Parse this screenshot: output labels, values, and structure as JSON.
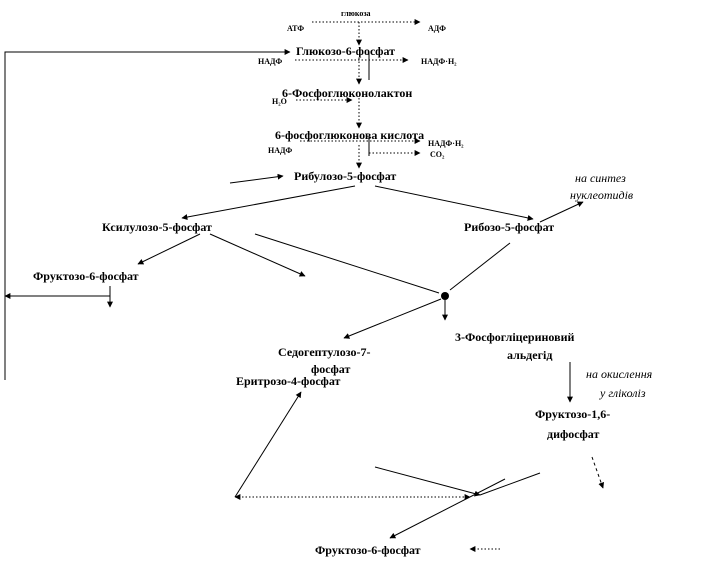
{
  "nodes": {
    "glucose": "глюкоза",
    "atp": "АТФ",
    "adp": "АДФ",
    "g6p": "Глюкозо-6-фосфат",
    "nadp_1": "НАДФ",
    "nadph_1": "НАДФ·Н₂",
    "lactone": "6-Фосфоглюконолактон",
    "h2o": "Н₂О",
    "gluconate": "6-фосфоглюконова кислота",
    "nadp_2": "НАДФ",
    "nadph_2": "НАДФ·Н₂",
    "co2": "СО₂",
    "ribulose": "Рибулозо-5-фосфат",
    "nucleotides_1": "на синтез",
    "nucleotides_2": "нуклеотидів",
    "xylulose": "Ксилулозо-5-фосфат",
    "ribose": "Рибозо-5-фосфат",
    "f6p_left": "Фруктозо-6-фосфат",
    "sedo_1": "Седогептулозо-7-",
    "sedo_2": "фосфат",
    "erythrose": "Еритрозо-4-фосфат",
    "gap_1": "3-Фосфогліцериновий",
    "gap_2": "альдегід",
    "oxid_1": "на окислення",
    "oxid_2": "у гліколіз",
    "fbp_1": "Фруктозо-1,6-",
    "fbp_2": "дифосфат",
    "f6p_bottom": "Фруктозо-6-фосфат"
  },
  "colors": {
    "ink": "#000000",
    "background": "#ffffff"
  }
}
